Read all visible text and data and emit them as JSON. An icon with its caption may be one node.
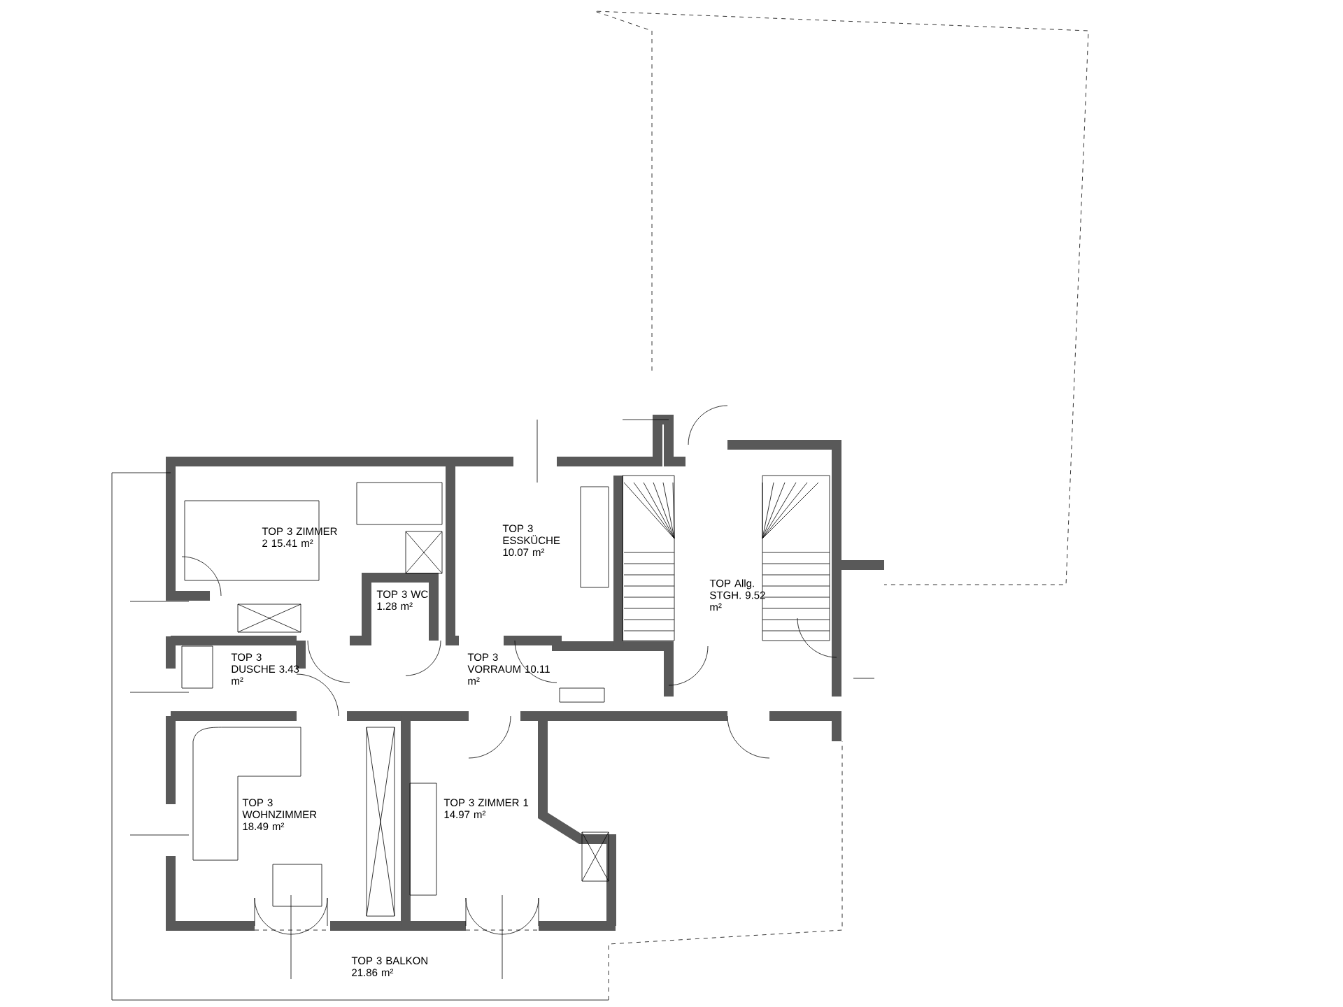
{
  "diagram": {
    "nodes": [
      {
        "text": [
          "TOP 3 ZIMMER 2 15.41 m²"
        ]
      },
      {
        "text": [
          "TOP 3 ESSKÜCHE 10.07 m²"
        ]
      },
      {
        "text": [
          "TOP 3 WC 1.28 m²"
        ]
      },
      {
        "text": [
          "TOP Allg. STGH. 9.52 m²"
        ]
      },
      {
        "text": [
          "TOP 3 DUSCHE 3.43 m²"
        ]
      },
      {
        "text": [
          "TOP 3 VORRAUM 10.11 m²"
        ]
      },
      {
        "text": [
          "TOP 3 WOHNZIMMER 18.49 m²"
        ]
      },
      {
        "text": [
          "TOP 3 ZIMMER 1 14.97 m²"
        ]
      },
      {
        "text": [
          "TOP 3 BALKON 21.86 m²"
        ]
      }
    ]
  }
}
